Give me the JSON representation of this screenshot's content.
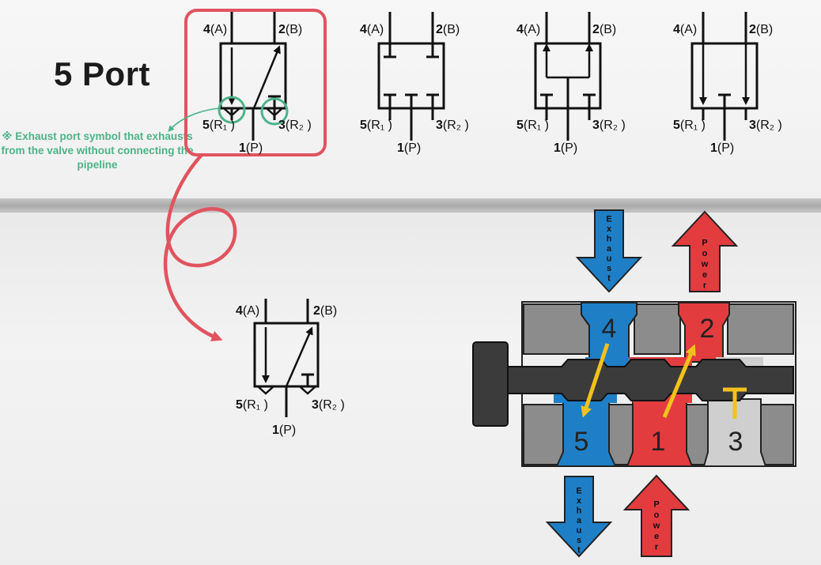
{
  "title": "5 Port",
  "note": "※ Exhaust port symbol that exhausts from the valve without connecting the pipeline",
  "ports": {
    "a_num": "4",
    "a_name": "(A)",
    "b_num": "2",
    "b_name": "(B)",
    "r1_num": "5",
    "r1_name": "(R₁ )",
    "r2_num": "3",
    "r2_name": "(R₂  )",
    "p_num": "1",
    "p_name": "(P)"
  },
  "body_ports": [
    "4",
    "2",
    "5",
    "1",
    "3"
  ],
  "arrows": {
    "exhaust": "Exhaust",
    "power": "Power"
  },
  "colors": {
    "highlight": "#e0545f",
    "note": "#4db389",
    "exhaust": "#1f7fc6",
    "power": "#e23c3f",
    "flow": "#f2c21b",
    "body": "#8c8c8c",
    "spool": "#3b3b3b"
  }
}
